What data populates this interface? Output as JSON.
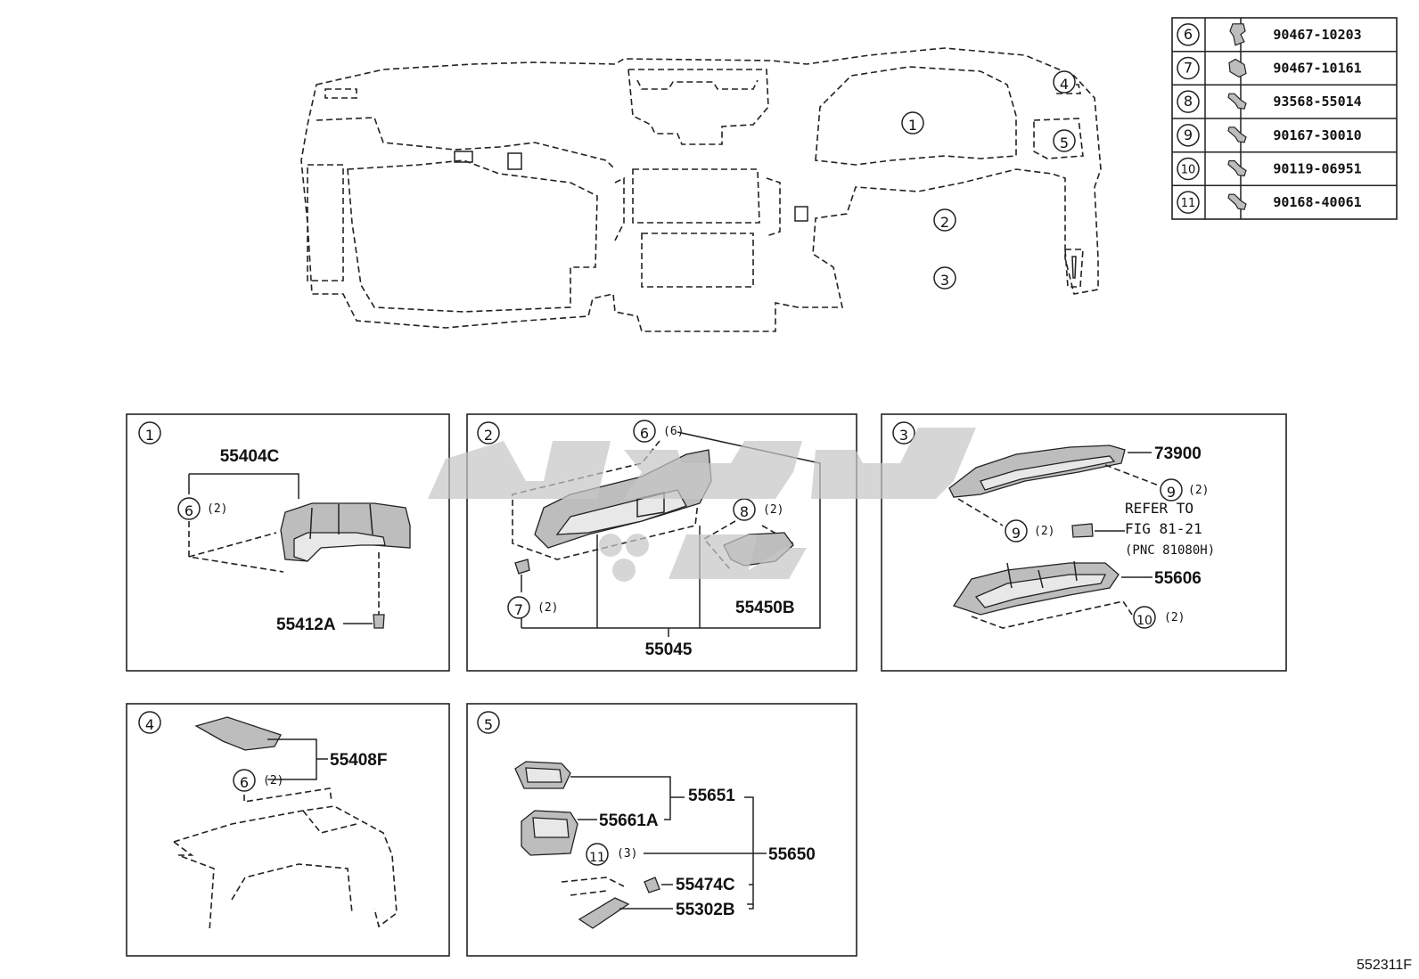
{
  "diagram_id": "552311F",
  "overview_callouts": [
    "1",
    "2",
    "3",
    "4",
    "5"
  ],
  "fastener_table": [
    {
      "ref": "6",
      "part_no": "90467-10203"
    },
    {
      "ref": "7",
      "part_no": "90467-10161"
    },
    {
      "ref": "8",
      "part_no": "93568-55014"
    },
    {
      "ref": "9",
      "part_no": "90167-30010"
    },
    {
      "ref": "10",
      "part_no": "90119-06951"
    },
    {
      "ref": "11",
      "part_no": "90168-40061"
    }
  ],
  "panel1": {
    "num": "1",
    "labels": {
      "cluster": "55404C",
      "screw": "55412A"
    },
    "qty_6": "(2)"
  },
  "panel2": {
    "num": "2",
    "labels": {
      "panel": "55045",
      "bracket": "55450B"
    },
    "qty_6": "(6)",
    "qty_7": "(2)",
    "qty_8": "(2)"
  },
  "panel3": {
    "num": "3",
    "labels": {
      "top": "73900",
      "tray": "55606"
    },
    "qty_9a": "(2)",
    "qty_9b": "(2)",
    "qty_10": "(2)",
    "refer": [
      "REFER TO",
      "FIG 81-21",
      "(PNC 81080H)"
    ]
  },
  "panel4": {
    "num": "4",
    "labels": {
      "cover": "55408F"
    },
    "qty_6": "(2)"
  },
  "panel5": {
    "num": "5",
    "labels": {
      "a": "55651",
      "b": "55661A",
      "c": "55650",
      "d": "55474C",
      "e": "55302B"
    },
    "qty_11": "(3)"
  }
}
